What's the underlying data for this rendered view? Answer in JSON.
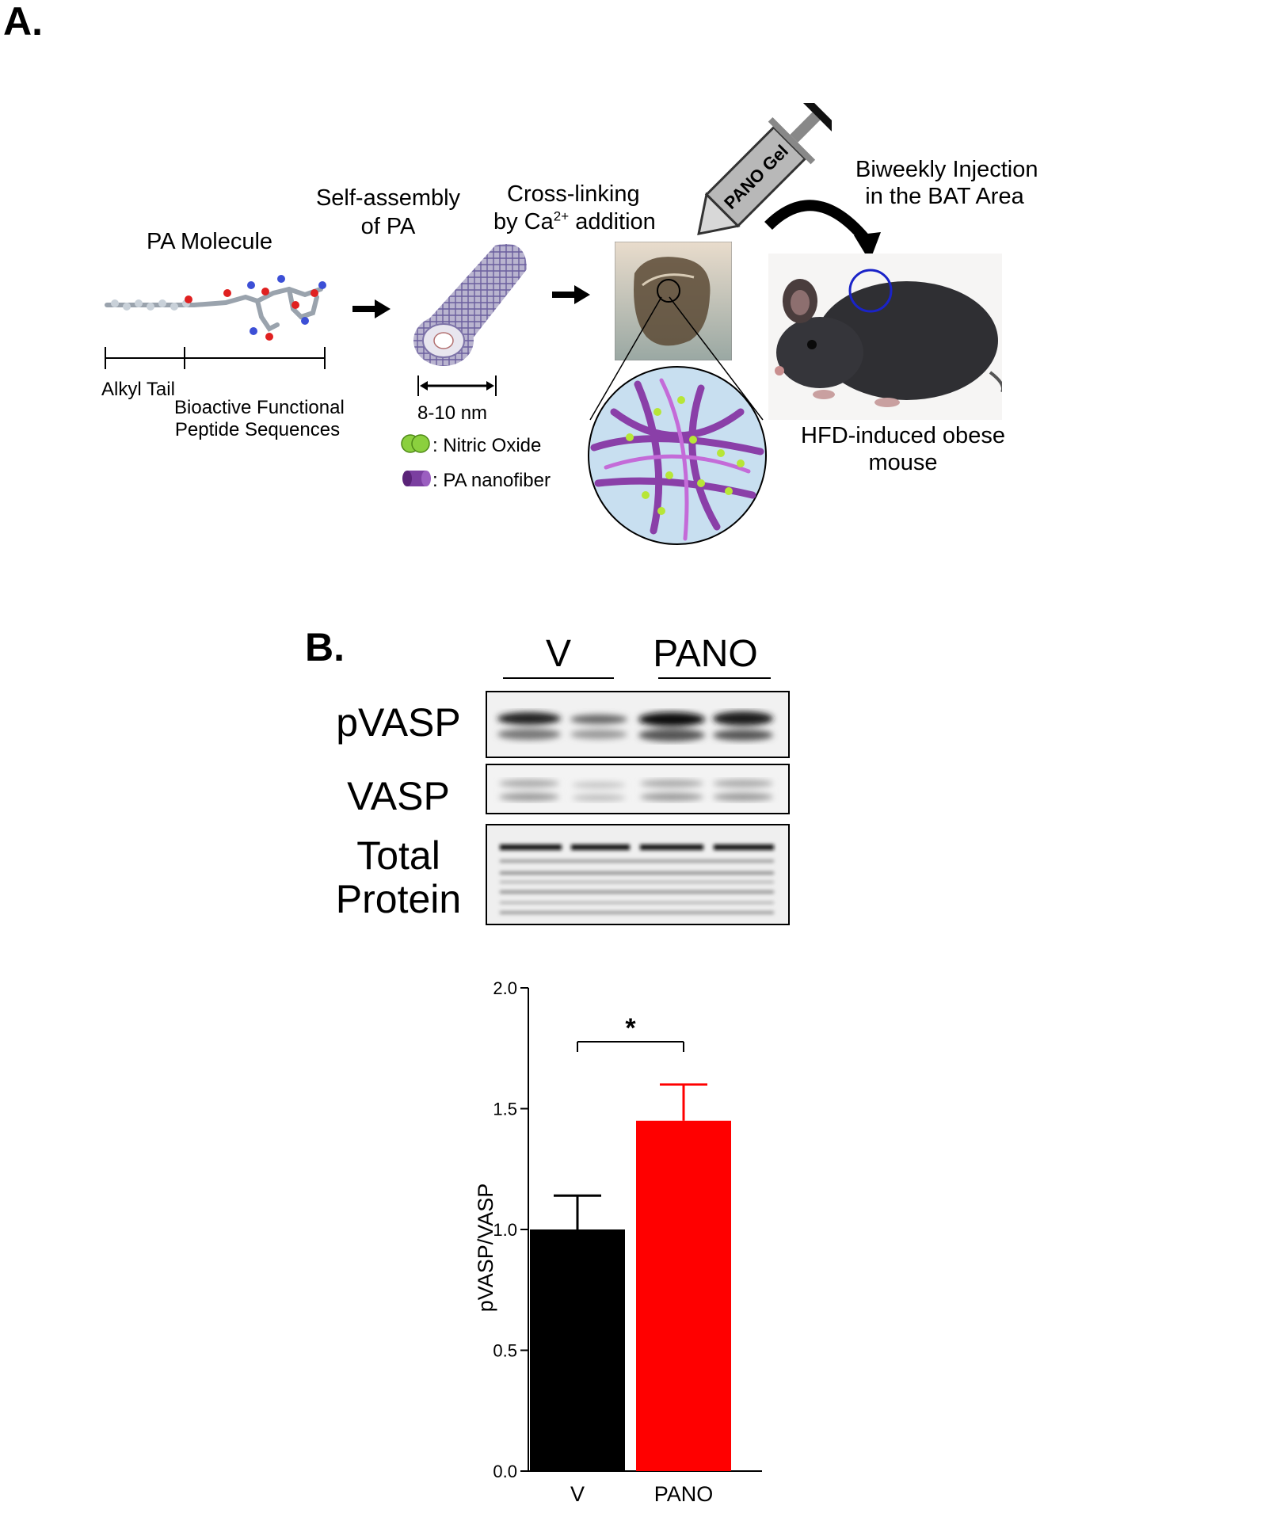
{
  "panel_a": {
    "letter": "A.",
    "pa_molecule": "PA Molecule",
    "alkyl_tail": "Alkyl Tail",
    "bioactive_line1": "Bioactive Functional",
    "bioactive_line2": "Peptide Sequences",
    "self_assembly_line1": "Self-assembly",
    "self_assembly_line2": "of PA",
    "cross_linking_line1": "Cross-linking",
    "cross_linking_line2_prefix": "by Ca",
    "cross_linking_superscript": "2+",
    "cross_linking_line2_suffix": " addition",
    "diameter": "8-10 nm",
    "legend_nitric_oxide": ": Nitric Oxide",
    "legend_pa_nanofiber": ": PA nanofiber",
    "syringe_label": "PANO Gel",
    "injection_line1": "Biweekly Injection",
    "injection_line2": "in the BAT Area",
    "mouse_line1": "HFD-induced obese",
    "mouse_line2": "mouse"
  },
  "panel_b": {
    "letter": "B.",
    "group_v": "V",
    "group_pano": "PANO",
    "row_pvasp": "pVASP",
    "row_vasp": "VASP",
    "row_total_line1": "Total",
    "row_total_line2": "Protein"
  },
  "chart_data": {
    "type": "bar",
    "categories": [
      "V",
      "PANO"
    ],
    "values": [
      1.0,
      1.45
    ],
    "errors": [
      0.14,
      0.15
    ],
    "colors": [
      "#000000",
      "#ff0000"
    ],
    "ylabel": "pVASP/VASP",
    "ylim": [
      0,
      2.0
    ],
    "yticks": [
      "0.0",
      "0.5",
      "1.0",
      "1.5",
      "2.0"
    ],
    "significance": "*",
    "grid": false
  }
}
